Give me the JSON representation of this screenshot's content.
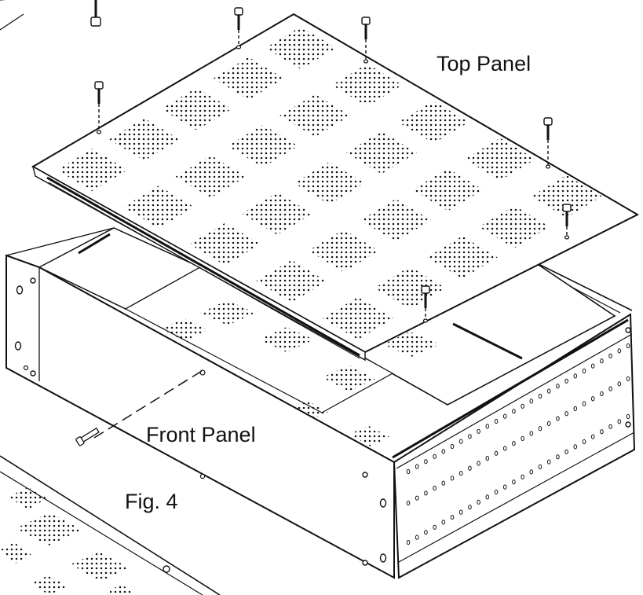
{
  "labels": {
    "top_panel": "Top Panel",
    "front_panel": "Front Panel",
    "figure": "Fig. 4"
  },
  "colors": {
    "line": "#111111",
    "fill": "#ffffff"
  },
  "icons": {
    "screw": "screw-icon"
  }
}
